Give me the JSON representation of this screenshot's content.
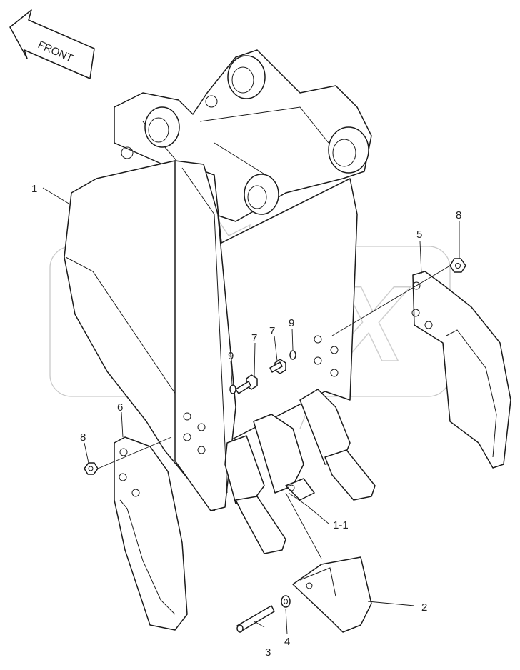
{
  "direction_arrow": {
    "text": "FRONT"
  },
  "watermark": {
    "text": "OPEX"
  },
  "callouts": [
    {
      "id": "c1",
      "label": "1"
    },
    {
      "id": "c1-1",
      "label": "1-1"
    },
    {
      "id": "c2",
      "label": "2"
    },
    {
      "id": "c3",
      "label": "3"
    },
    {
      "id": "c4",
      "label": "4"
    },
    {
      "id": "c5",
      "label": "5"
    },
    {
      "id": "c6",
      "label": "6"
    },
    {
      "id": "c7a",
      "label": "7"
    },
    {
      "id": "c7b",
      "label": "7"
    },
    {
      "id": "c8a",
      "label": "8"
    },
    {
      "id": "c8b",
      "label": "8"
    },
    {
      "id": "c9a",
      "label": "9"
    },
    {
      "id": "c9b",
      "label": "9"
    }
  ]
}
